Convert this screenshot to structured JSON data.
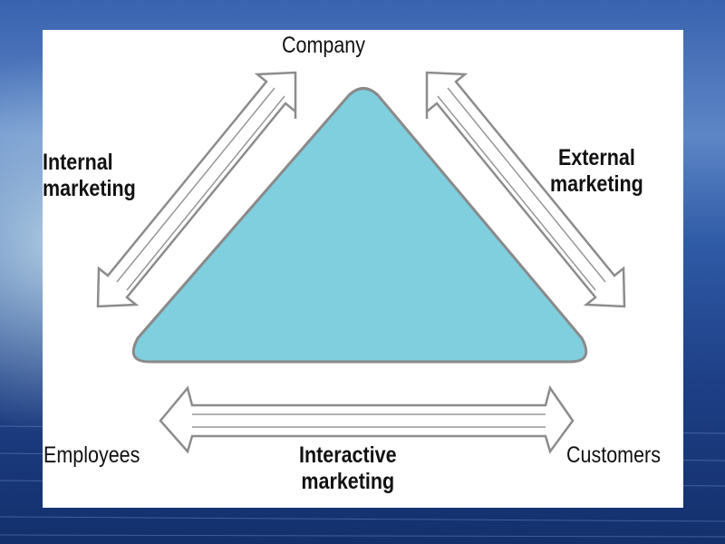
{
  "diagram": {
    "nodes": {
      "company": "Company",
      "employees": "Employees",
      "customers": "Customers"
    },
    "relations": {
      "internal": {
        "line1": "Internal",
        "line2": "marketing"
      },
      "external": {
        "line1": "External",
        "line2": "marketing"
      },
      "interactive": {
        "line1": "Interactive",
        "line2": "marketing"
      }
    }
  },
  "colors": {
    "triangle_fill": "#7fcfdf",
    "triangle_stroke": "#8a8a8a",
    "arrow_stroke": "#8c8c8c",
    "panel": "#ffffff",
    "sky_top": "#2b4e9a",
    "sea": "#1f3f86"
  }
}
